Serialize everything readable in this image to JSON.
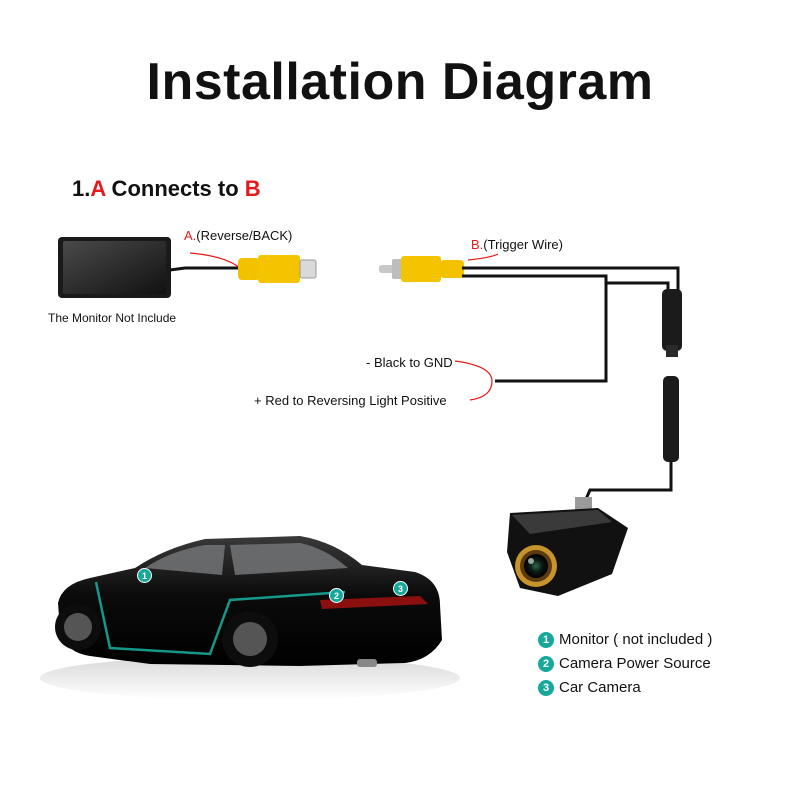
{
  "title": "Installation Diagram",
  "step": {
    "number": "1.",
    "a": "A",
    "middle": " Connects to ",
    "b": "B"
  },
  "label_a": {
    "letter": "A.",
    "text": "(Reverse/BACK)"
  },
  "label_b": {
    "letter": "B.",
    "text": "(Trigger Wire)"
  },
  "monitor_note": "The Monitor Not Include",
  "wire_black": "- Black to GND",
  "wire_red": "+ Red to Reversing Light Positive",
  "legend": [
    {
      "num": "1",
      "text": "Monitor ( not included )"
    },
    {
      "num": "2",
      "text": "Camera Power Source"
    },
    {
      "num": "3",
      "text": "Car Camera"
    }
  ],
  "car_pins": [
    "1",
    "2",
    "3"
  ],
  "colors": {
    "accent_red": "#e3191b",
    "legend_teal": "#17a89b",
    "rca_yellow": "#f2c200"
  }
}
